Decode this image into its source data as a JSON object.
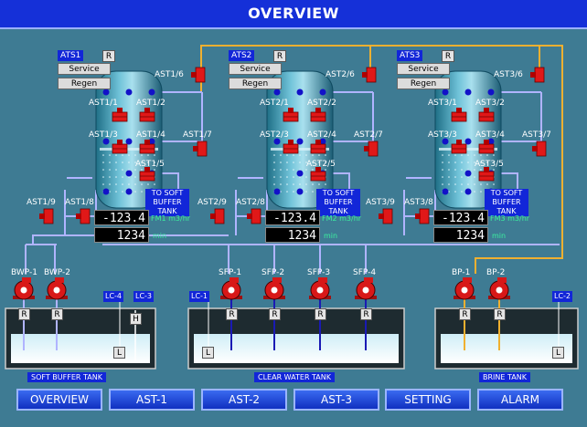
{
  "title": "OVERVIEW",
  "units": [
    {
      "id": "ATS1",
      "r": "R",
      "service": "Service",
      "regen": "Regen",
      "valves": [
        "AST1/6",
        "AST1/1",
        "AST1/2",
        "AST1/3",
        "AST1/4",
        "AST1/7",
        "AST1/5",
        "AST1/9",
        "AST1/8"
      ],
      "flow_value": "-123.4",
      "fm_label": "FM1",
      "flow_unit": "m3/hr",
      "time_value": "1234",
      "time_unit": "min",
      "to_tank": "TO SOFT BUFFER TANK"
    },
    {
      "id": "ATS2",
      "r": "R",
      "service": "Service",
      "regen": "Regen",
      "valves": [
        "AST2/6",
        "AST2/1",
        "AST2/2",
        "AST2/3",
        "AST2/4",
        "AST2/7",
        "AST2/5",
        "AST2/9",
        "AST2/8"
      ],
      "flow_value": "-123.4",
      "fm_label": "FM2",
      "flow_unit": "m3/hr",
      "time_value": "1234",
      "time_unit": "min",
      "to_tank": "TO SOFT BUFFER TANK"
    },
    {
      "id": "ATS3",
      "r": "R",
      "service": "Service",
      "regen": "Regen",
      "valves": [
        "AST3/6",
        "AST3/1",
        "AST3/2",
        "AST3/3",
        "AST3/4",
        "AST3/7",
        "AST3/5",
        "AST3/9",
        "AST3/8"
      ],
      "flow_value": "-123.4",
      "fm_label": "FM3",
      "flow_unit": "m3/hr",
      "time_value": "1234",
      "time_unit": "min",
      "to_tank": "TO SOFT BUFFER TANK"
    }
  ],
  "pumps": [
    "BWP-1",
    "BWP-2",
    "SFP-1",
    "SFP-2",
    "SFP-3",
    "SFP-4",
    "BP-1",
    "BP-2"
  ],
  "pump_r": "R",
  "level_tags": [
    "LC-4",
    "LC-3",
    "LC-1",
    "LC-2"
  ],
  "level_marks": {
    "h": "H",
    "l": "L"
  },
  "tanks": [
    "SOFT BUFFER TANK",
    "CLEAR WATER TANK",
    "BRINE TANK"
  ],
  "nav": [
    "OVERVIEW",
    "AST-1",
    "AST-2",
    "AST-3",
    "SETTING",
    "ALARM"
  ],
  "colors": {
    "title_bar": "#1530d8",
    "background": "#3e7b93",
    "valve": "#e01818",
    "pump": "#d81818",
    "pipe_blue": "#b0b4ff",
    "pipe_orange": "#f0b030",
    "water": "#e8f6fb",
    "nav_button": "#1f4ae0"
  }
}
